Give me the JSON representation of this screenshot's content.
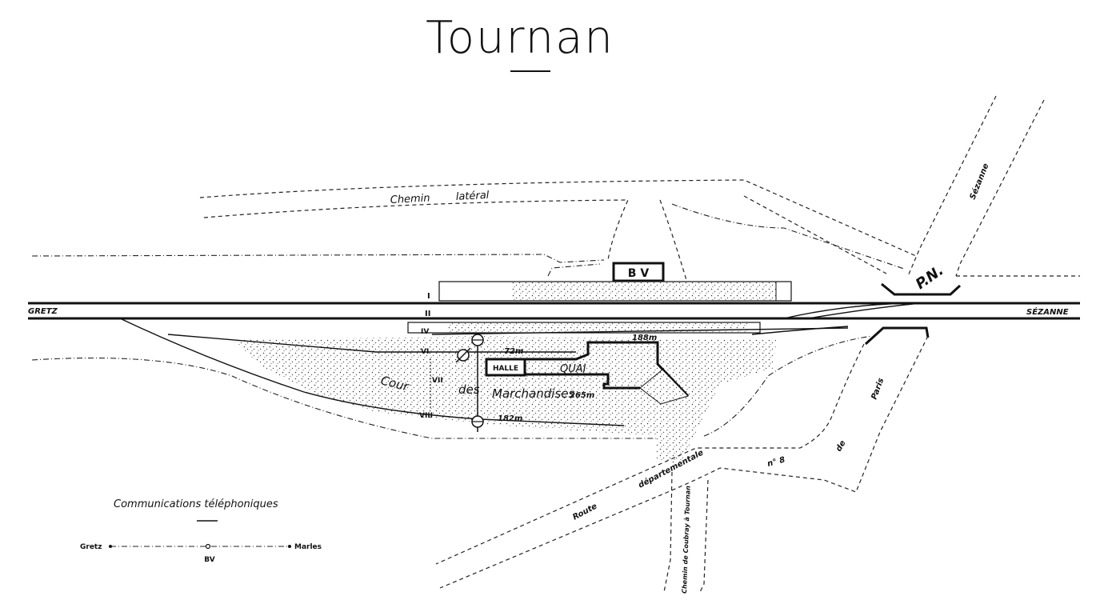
{
  "title": "Tournan",
  "labels": {
    "chemin_lateral_1": "Chemin",
    "chemin_lateral_2": "latéral",
    "bv": "B V",
    "pn": "P.N.",
    "sezanne_road": "Sézanne",
    "gretz": "GRETZ",
    "sezanne_line": "SÉZANNE",
    "track_i": "I",
    "track_ii": "II",
    "track_iv": "IV",
    "track_vi": "VI",
    "track_vii": "VII",
    "track_viii": "VIII",
    "len_188": "188m",
    "len_72": "72m",
    "len_265": "265m",
    "len_182": "182m",
    "halle": "HALLE",
    "quai": "QUAI",
    "cour_1": "Cour",
    "cour_2": "des",
    "cour_3": "Marchandises",
    "route_1": "Route",
    "route_2": "départementale",
    "route_3": "n° 8",
    "route_4": "de",
    "route_5": "Paris",
    "chemin_v": "Chemin de Coubray à Tournan"
  },
  "legend": {
    "title": "Communications téléphoniques",
    "left": "Gretz",
    "center": "BV",
    "right": "Marles"
  }
}
